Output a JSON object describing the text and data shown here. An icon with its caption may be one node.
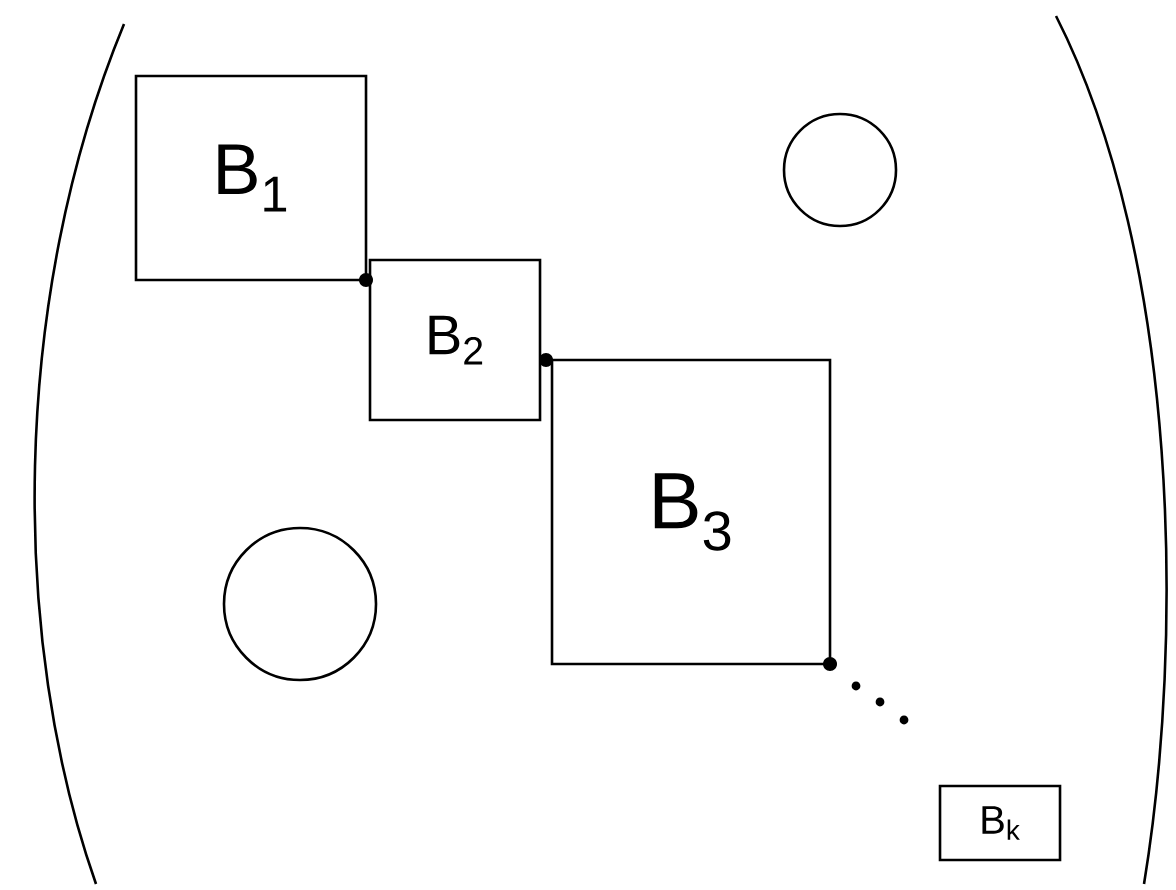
{
  "diagram": {
    "nodes": [
      {
        "text": [
          "B$_{1}$"
        ]
      },
      {
        "text": [
          "B$_{2}$"
        ]
      },
      {
        "text": [
          "B$_{3}$"
        ]
      },
      {
        "text": [
          "B$_{k}$"
        ]
      },
      {
        "text": [],
        "shape": "circle"
      },
      {
        "text": [],
        "shape": "circle"
      }
    ]
  }
}
